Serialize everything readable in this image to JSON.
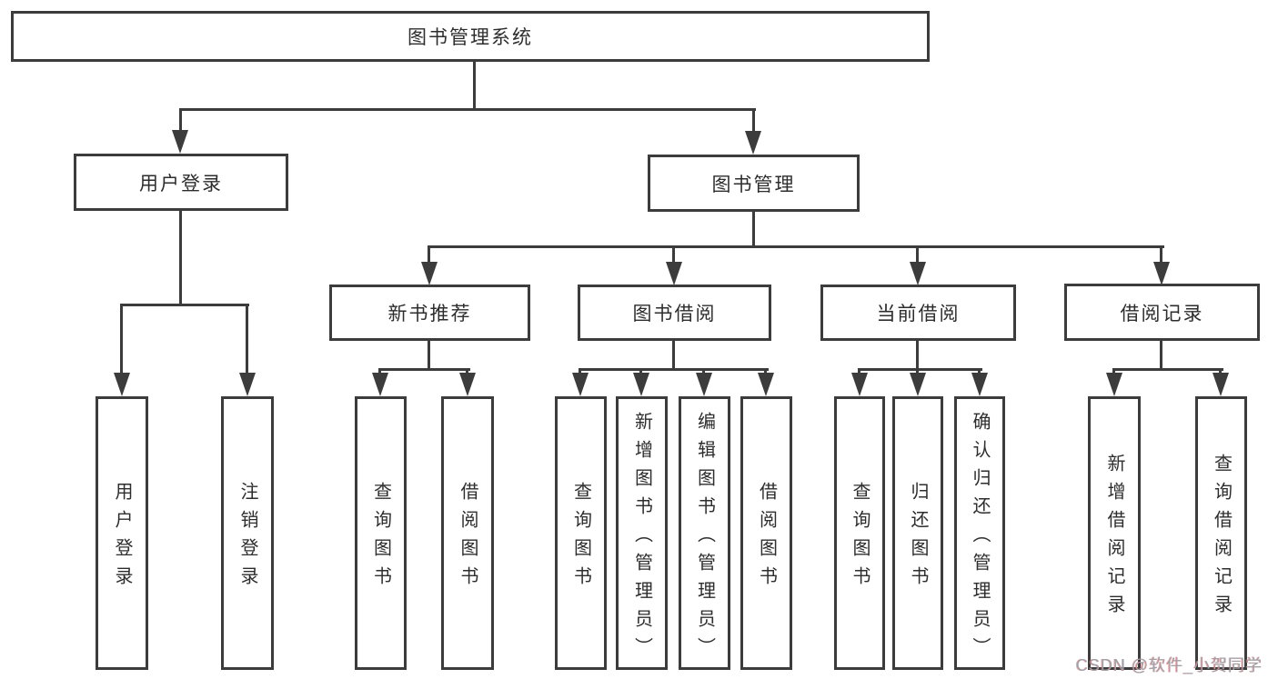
{
  "diagram": {
    "root": {
      "label": "图书管理系统"
    },
    "level2": [
      {
        "label": "用户登录"
      },
      {
        "label": "图书管理"
      }
    ],
    "level3": [
      {
        "label": "新书推荐"
      },
      {
        "label": "图书借阅"
      },
      {
        "label": "当前借阅"
      },
      {
        "label": "借阅记录"
      }
    ],
    "leaves": [
      {
        "label": "用户登录"
      },
      {
        "label": "注销登录"
      },
      {
        "label": "查询图书"
      },
      {
        "label": "借阅图书"
      },
      {
        "label": "查询图书"
      },
      {
        "label": "新增图书（管理员）"
      },
      {
        "label": "编辑图书（管理员）"
      },
      {
        "label": "借阅图书"
      },
      {
        "label": "查询图书"
      },
      {
        "label": "归还图书"
      },
      {
        "label": "确认归还（管理员）"
      },
      {
        "label": "新增借阅记录"
      },
      {
        "label": "查询借阅记录"
      }
    ],
    "colors": {
      "line": "#3c3c3c",
      "text": "#2d2d2d",
      "background": "#ffffff",
      "watermark": "#a0a0a8"
    }
  },
  "watermark": {
    "text": "CSDN @软件_小贺同学"
  }
}
